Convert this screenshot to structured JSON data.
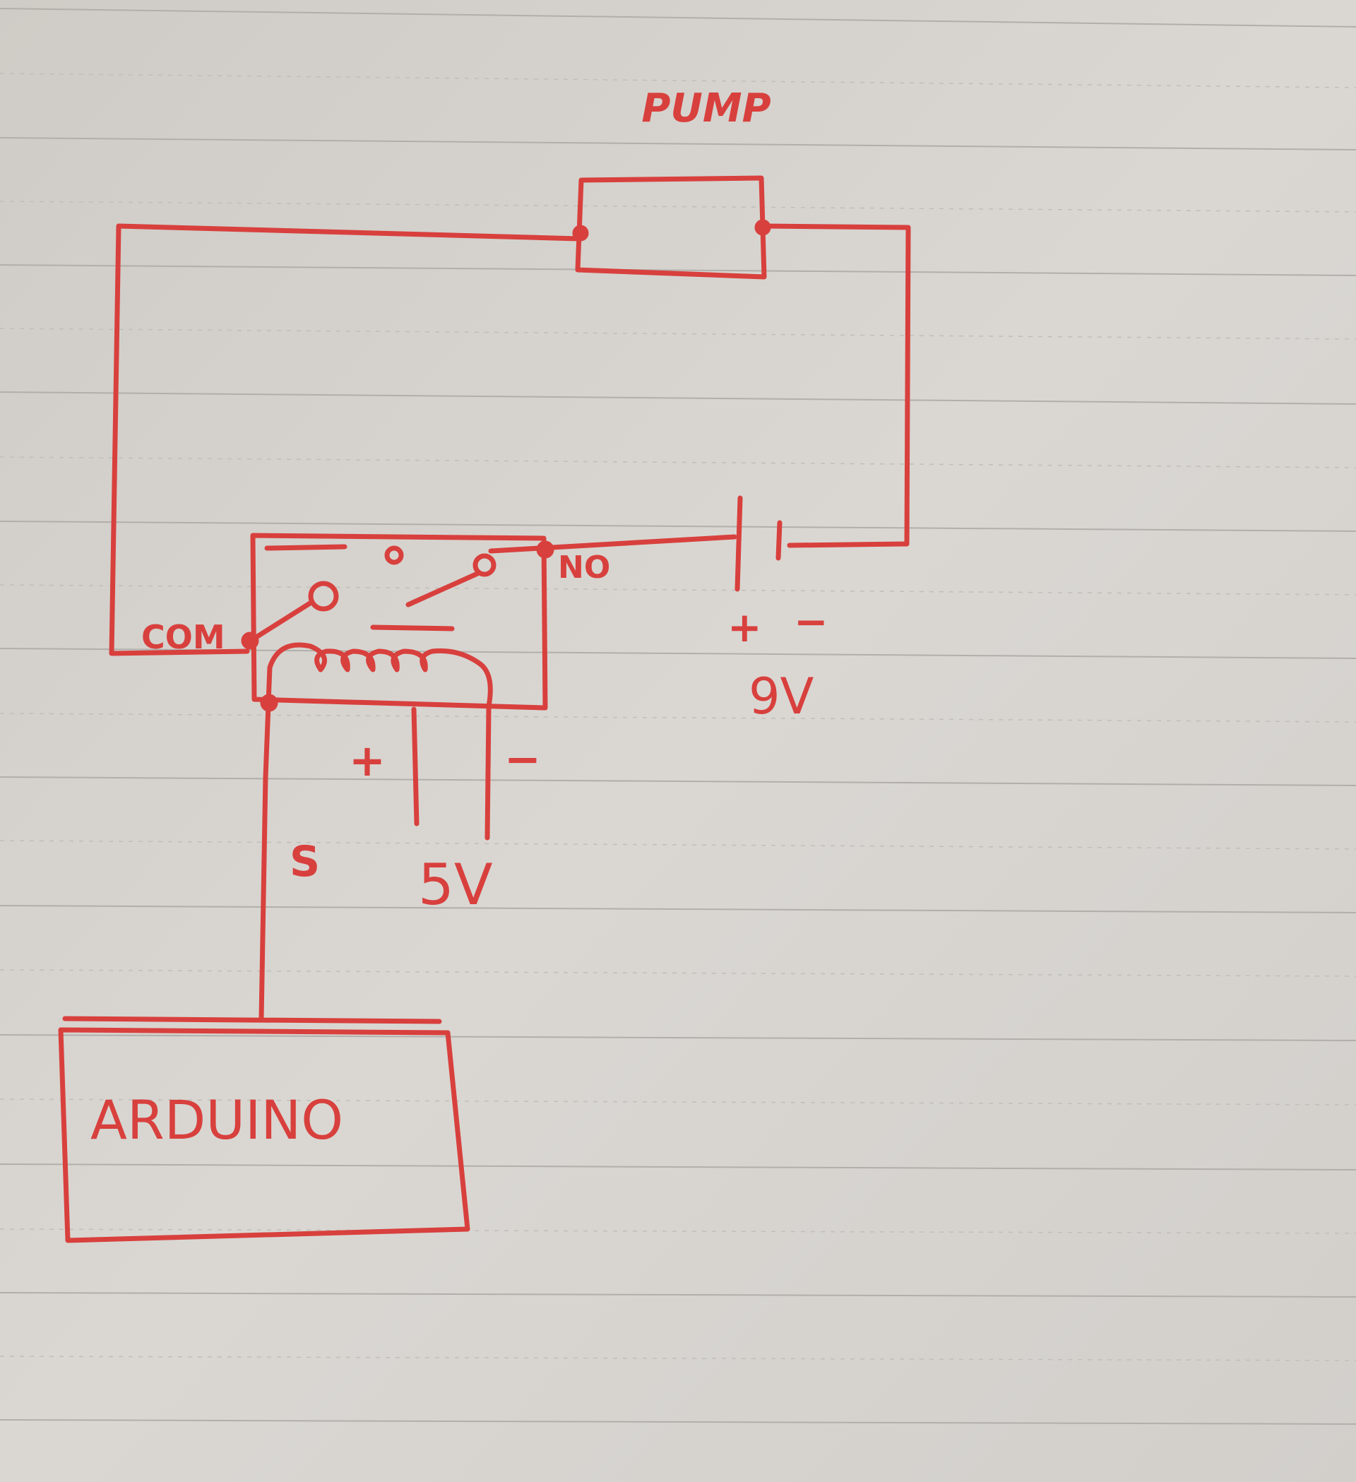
{
  "colors": {
    "paper": "#d8d5d1",
    "rule_line": "#b2afab",
    "ink": "#d8403d"
  },
  "diagram": {
    "pump_label": "PUMP",
    "arduino_label": "ARDUINO",
    "relay": {
      "com_label": "COM",
      "no_label": "NO",
      "signal_label": "S",
      "supply_plus": "+",
      "supply_minus": "−",
      "supply_voltage": "5V"
    },
    "battery": {
      "plus": "+",
      "minus": "−",
      "voltage": "9V"
    }
  }
}
